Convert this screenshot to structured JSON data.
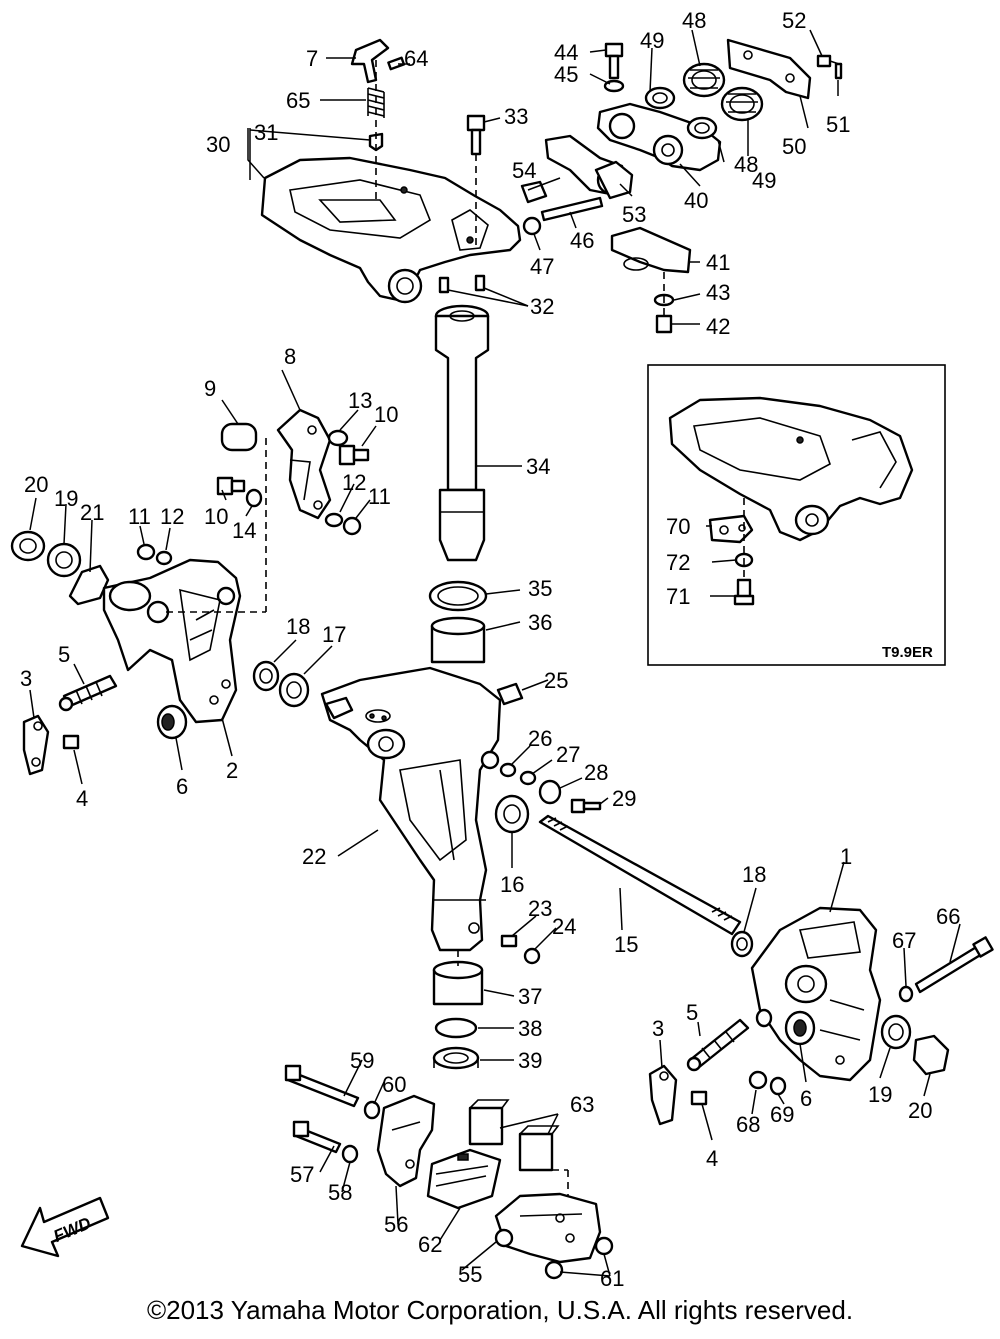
{
  "diagram": {
    "callouts": [
      "1",
      "2",
      "3",
      "3",
      "4",
      "4",
      "5",
      "5",
      "6",
      "6",
      "7",
      "8",
      "9",
      "10",
      "10",
      "11",
      "11",
      "12",
      "12",
      "13",
      "14",
      "15",
      "16",
      "17",
      "18",
      "18",
      "19",
      "19",
      "20",
      "20",
      "21",
      "22",
      "23",
      "24",
      "25",
      "26",
      "27",
      "28",
      "29",
      "30",
      "31",
      "32",
      "33",
      "34",
      "35",
      "36",
      "37",
      "38",
      "39",
      "40",
      "41",
      "42",
      "43",
      "44",
      "45",
      "46",
      "47",
      "48",
      "48",
      "49",
      "49",
      "50",
      "51",
      "52",
      "53",
      "54",
      "55",
      "56",
      "57",
      "58",
      "59",
      "60",
      "61",
      "62",
      "63",
      "64",
      "65",
      "66",
      "67",
      "68",
      "69",
      "70",
      "71",
      "72"
    ],
    "inset_tag": "T9.9ER",
    "fwd_label": "FWD"
  },
  "footer": {
    "copyright": "©2013 Yamaha Motor Corporation, U.S.A. All rights reserved."
  }
}
